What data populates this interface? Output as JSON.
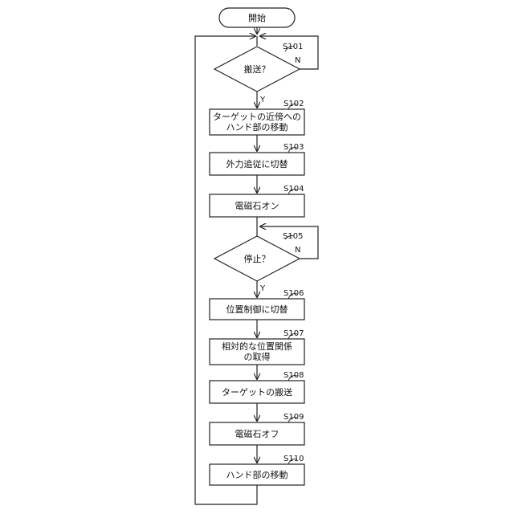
{
  "flowchart": {
    "start": "開始",
    "steps": {
      "s101": {
        "id": "S101",
        "text": "搬送？",
        "no": "N",
        "yes": "Y"
      },
      "s102": {
        "id": "S102",
        "line1": "ターゲットの近傍への",
        "line2": "ハンド部の移動"
      },
      "s103": {
        "id": "S103",
        "text": "外力追従に切替"
      },
      "s104": {
        "id": "S104",
        "text": "電磁石オン"
      },
      "s105": {
        "id": "S105",
        "text": "停止？",
        "no": "N",
        "yes": "Y"
      },
      "s106": {
        "id": "S106",
        "text": "位置制御に切替"
      },
      "s107": {
        "id": "S107",
        "line1": "相対的な位置関係",
        "line2": "の取得"
      },
      "s108": {
        "id": "S108",
        "text": "ターゲットの搬送"
      },
      "s109": {
        "id": "S109",
        "text": "電磁石オフ"
      },
      "s110": {
        "id": "S110",
        "text": "ハンド部の移動"
      }
    }
  }
}
